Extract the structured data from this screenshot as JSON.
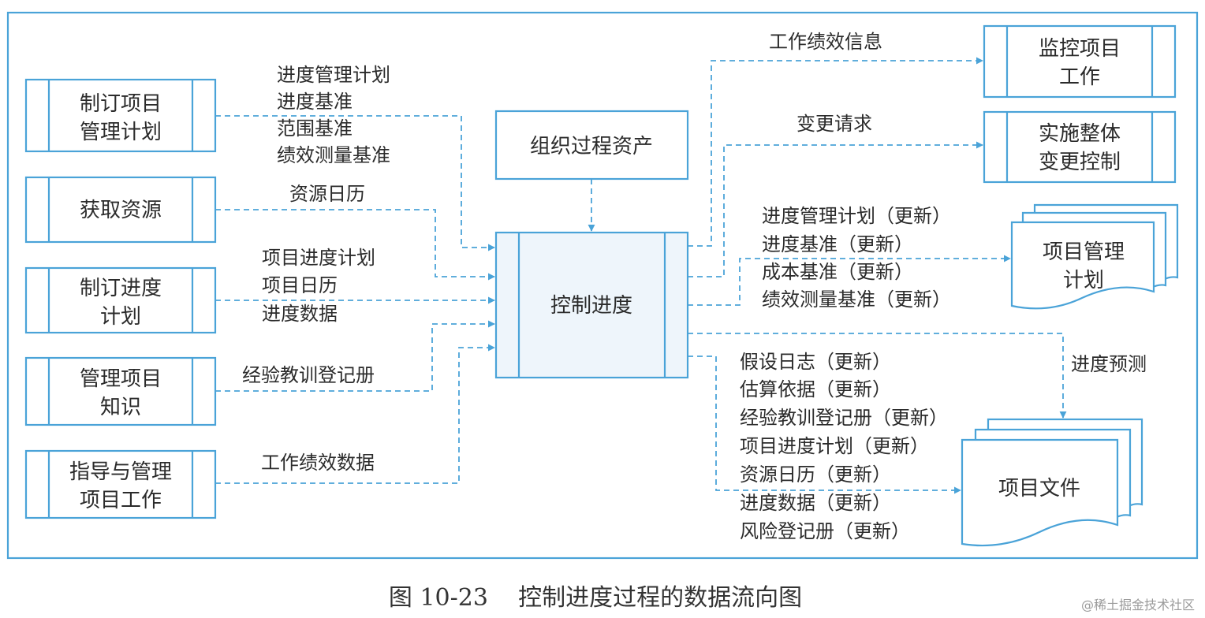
{
  "inputs": {
    "develop_pm_plan": [
      "制订项目",
      "管理计划"
    ],
    "acquire_resources": [
      "获取资源"
    ],
    "develop_schedule": [
      "制订进度",
      "计划"
    ],
    "manage_knowledge": [
      "管理项目",
      "知识"
    ],
    "direct_manage_work": [
      "指导与管理",
      "项目工作"
    ]
  },
  "input_labels": {
    "pm_plan": [
      "进度管理计划",
      "进度基准",
      "范围基准",
      "绩效测量基准"
    ],
    "resource_calendar": [
      "资源日历"
    ],
    "schedule": [
      "项目进度计划",
      "项目日历",
      "进度数据"
    ],
    "lessons": [
      "经验教训登记册"
    ],
    "work_perf_data": [
      "工作绩效数据"
    ]
  },
  "org_assets": "组织过程资产",
  "process": "控制进度",
  "outputs": {
    "monitor_work": [
      "监控项目",
      "工作"
    ],
    "integrated_change": [
      "实施整体",
      "变更控制"
    ],
    "pm_plan_updates": [
      "项目管理",
      "计划"
    ],
    "project_documents": [
      "项目文件"
    ]
  },
  "output_labels": {
    "work_perf_info": "工作绩效信息",
    "change_requests": "变更请求",
    "pm_plan_updates": [
      "进度管理计划（更新）",
      "进度基准（更新）",
      "成本基准（更新）",
      "绩效测量基准（更新）"
    ],
    "forecasts": "进度预测",
    "doc_updates": [
      "假设日志（更新）",
      "估算依据（更新）",
      "经验教训登记册（更新）",
      "项目进度计划（更新）",
      "资源日历（更新）",
      "进度数据（更新）",
      "风险登记册（更新）"
    ]
  },
  "caption": "图 10-23    控制进度过程的数据流向图",
  "watermark": "@稀土掘金技术社区"
}
